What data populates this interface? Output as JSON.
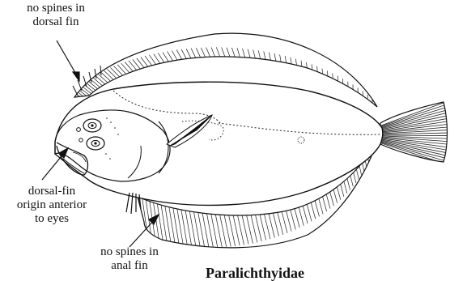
{
  "labels": {
    "dorsal_spines": [
      "no spines in",
      "dorsal fin"
    ],
    "dorsal_origin": [
      "dorsal-fin",
      "origin anterior",
      "to eyes"
    ],
    "anal_spines": [
      "no spines in",
      "anal fin"
    ]
  },
  "family_name": "Paralichthyidae",
  "colors": {
    "ink": "#111111",
    "background": "#ffffff"
  }
}
